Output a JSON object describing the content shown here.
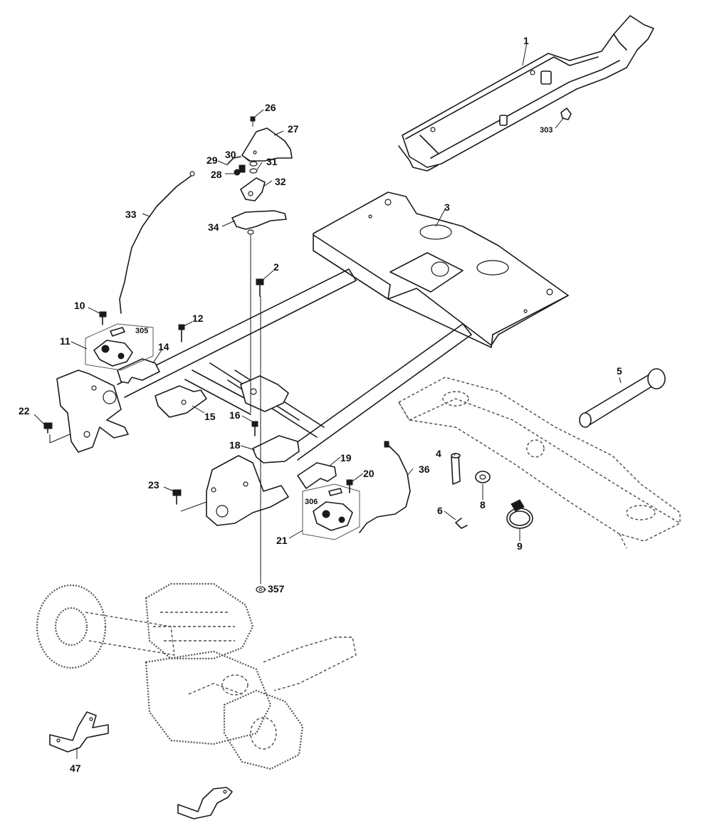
{
  "diagram": {
    "callouts": {
      "c1": "1",
      "c2": "2",
      "c3": "3",
      "c4": "4",
      "c5": "5",
      "c6": "6",
      "c8": "8",
      "c9": "9",
      "c10": "10",
      "c11": "11",
      "c12": "12",
      "c14": "14",
      "c15": "15",
      "c16": "16",
      "c18": "18",
      "c19": "19",
      "c20": "20",
      "c21": "21",
      "c22": "22",
      "c23": "23",
      "c26": "26",
      "c27": "27",
      "c28": "28",
      "c29": "29",
      "c30": "30",
      "c31": "31",
      "c32": "32",
      "c33": "33",
      "c34": "34",
      "c36": "36",
      "c47": "47",
      "c303": "303",
      "c305": "305",
      "c306": "306",
      "c357": "357"
    }
  }
}
